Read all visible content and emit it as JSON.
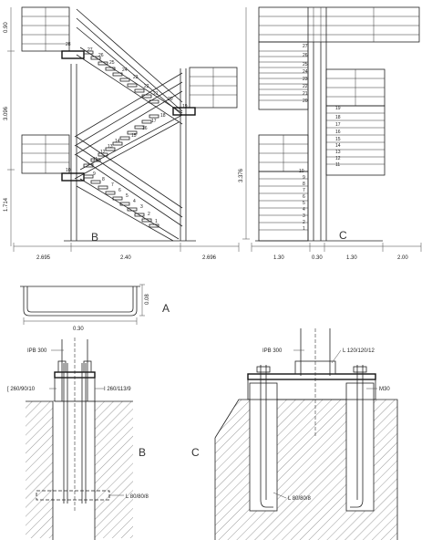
{
  "view_labels": {
    "b_top": "B",
    "c_top": "C",
    "a": "A",
    "b_bottom": "B",
    "c_bottom": "C"
  },
  "elevation_b": {
    "dims_vertical": [
      "0.90",
      "3.096",
      "1.714"
    ],
    "dims_horizontal": [
      "2.695",
      "2.40",
      "2.696"
    ],
    "step_numbers_flight1": [
      "1",
      "2",
      "3",
      "4",
      "5",
      "6",
      "7",
      "8",
      "9",
      "10"
    ],
    "step_numbers_flight2": [
      "11",
      "12",
      "13",
      "14",
      "15",
      "16",
      "17",
      "18",
      "19"
    ],
    "step_numbers_flight3": [
      "20",
      "21",
      "22",
      "23",
      "24",
      "25",
      "26",
      "27",
      "28"
    ]
  },
  "elevation_c": {
    "dim_vertical": "3.376",
    "dims_horizontal": [
      "1.30",
      "0.30",
      "1.30",
      "2.00"
    ],
    "step_numbers_left": [
      "1",
      "2",
      "3",
      "4",
      "5",
      "6",
      "7",
      "8",
      "9",
      "10"
    ],
    "step_numbers_right": [
      "11",
      "12",
      "13",
      "14",
      "15",
      "16",
      "17",
      "18",
      "19"
    ],
    "step_numbers_upper": [
      "20",
      "21",
      "22",
      "23",
      "24",
      "25",
      "26",
      "27"
    ]
  },
  "section_a": {
    "width": "0.30",
    "height": "0.08"
  },
  "detail_b": {
    "ipb": "IPB 300",
    "channel": "[ 260/90/10",
    "beam": "I 260/113/9",
    "angle": "L 80/80/8"
  },
  "detail_c": {
    "ipb": "IPB 300",
    "angle_top": "L 120/120/12",
    "bolt": "M30",
    "angle_bottom": "L 80/80/8"
  }
}
